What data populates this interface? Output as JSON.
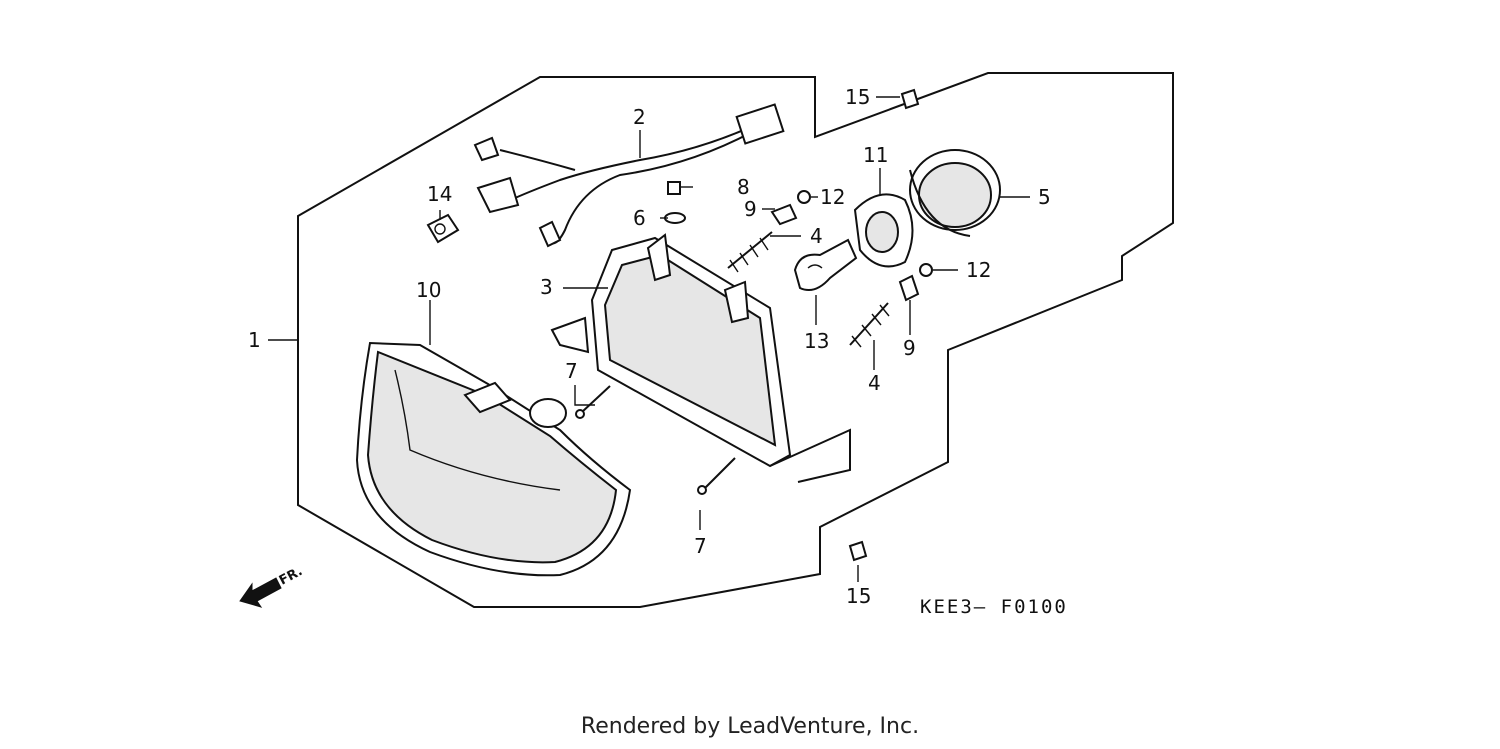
{
  "diagram": {
    "callouts": {
      "p1": "1",
      "p2": "2",
      "p3": "3",
      "p4a": "4",
      "p4b": "4",
      "p5": "5",
      "p6": "6",
      "p7a": "7",
      "p7b": "7",
      "p8": "8",
      "p9a": "9",
      "p9b": "9",
      "p10": "10",
      "p11": "11",
      "p12a": "12",
      "p12b": "12",
      "p13": "13",
      "p14": "14",
      "p15a": "15",
      "p15b": "15"
    },
    "diagram_code": "KEE3— F0100",
    "front_marker": "FR."
  },
  "footer": {
    "credit": "Rendered by LeadVenture, Inc."
  }
}
